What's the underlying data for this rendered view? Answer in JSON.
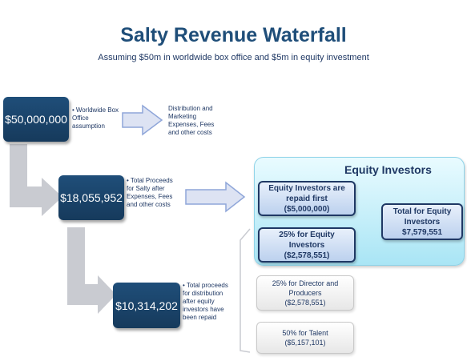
{
  "title": "Salty Revenue Waterfall",
  "subtitle": "Assuming $50m in worldwide box office and $5m in equity investment",
  "stages": [
    {
      "amount": "$50,000,000",
      "note": "Worldwide Box Office assumption"
    },
    {
      "amount": "$18,055,952",
      "note": "Total Proceeds for Salty after Expenses, Fees and other costs"
    },
    {
      "amount": "$10,314,202",
      "note": "Total proceeds for distribution after equity investors have been repaid"
    }
  ],
  "distribution_note": "Distribution and Marketing Expenses, Fees and other costs",
  "equity": {
    "title": "Equity Investors",
    "repaid": {
      "label": "Equity Investors are repaid first",
      "value": "($5,000,000)"
    },
    "share": {
      "label": "25% for Equity Investors",
      "value": "($2,578,551)"
    },
    "total": {
      "label": "Total for Equity Investors",
      "value": "$7,579,551"
    }
  },
  "others": {
    "director": {
      "label": "25% for Director and Producers",
      "value": "($2,578,551)"
    },
    "talent": {
      "label": "50% for Talent",
      "value": "($5,157,101)"
    }
  },
  "colors": {
    "navy": "#1f4e79",
    "text": "#1f3864",
    "arrow_fill": "#dde3f3",
    "arrow_stroke": "#8fa6d9",
    "connector": "#c9cbd1",
    "equity_panel": "#a9e5f5"
  },
  "bullet": "•"
}
